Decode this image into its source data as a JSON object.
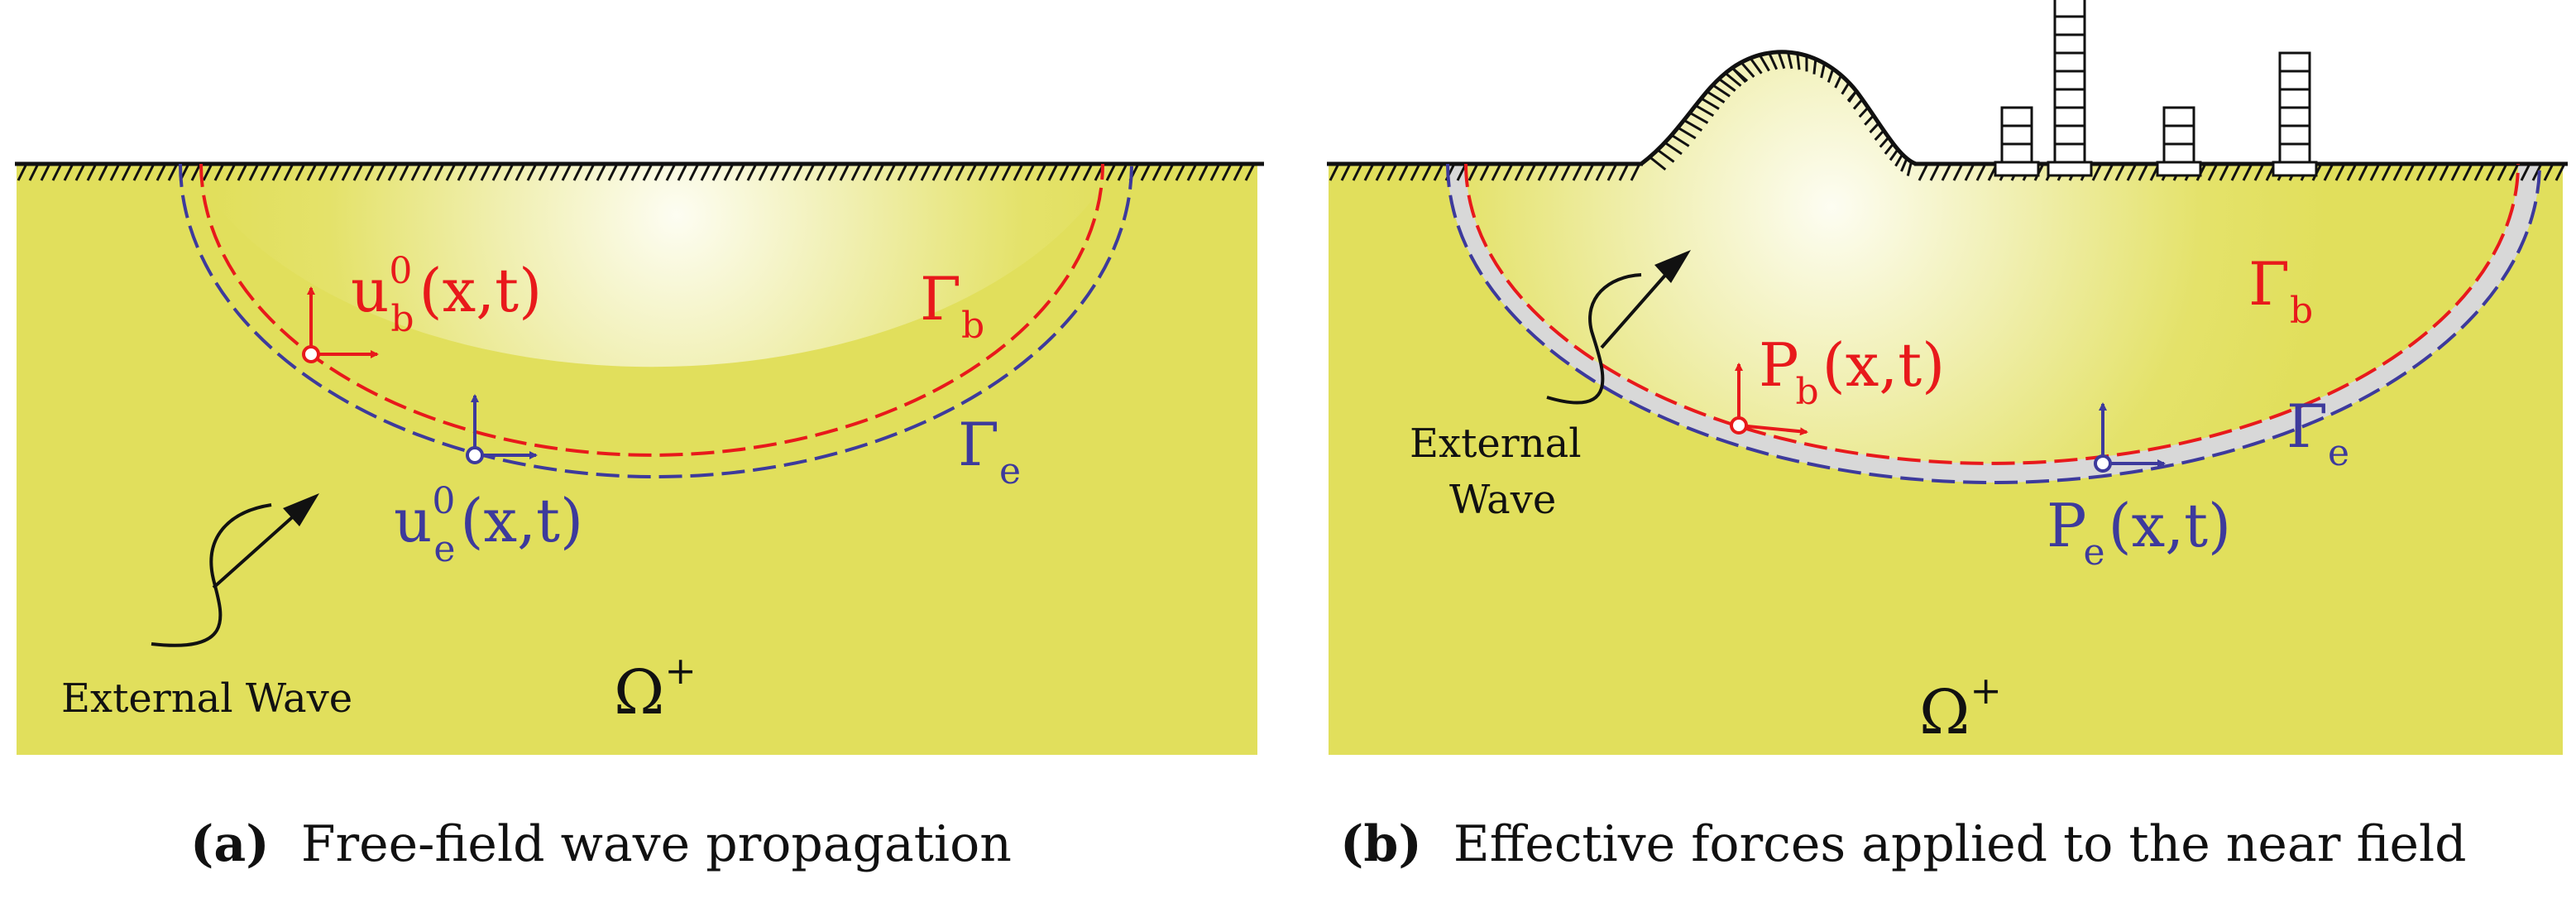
{
  "panel_a": {
    "ub_main": "u",
    "ub_sup": "0",
    "ub_sub": "b",
    "ub_args": "(x,t)",
    "ue_main": "u",
    "ue_sup": "0",
    "ue_sub": "e",
    "ue_args": "(x,t)",
    "gamma_b_main": "Γ",
    "gamma_b_sub": "b",
    "gamma_e_main": "Γ",
    "gamma_e_sub": "e",
    "omega_main": "Ω",
    "omega_sup": "+",
    "wave_label": "External Wave"
  },
  "panel_b": {
    "pb_main": "P",
    "pb_sub": "b",
    "pb_args": "(x,t)",
    "pe_main": "P",
    "pe_sub": "e",
    "pe_args": "(x,t)",
    "gamma_b_main": "Γ",
    "gamma_b_sub": "b",
    "gamma_e_main": "Γ",
    "gamma_e_sub": "e",
    "omega_main": "Ω",
    "omega_sup": "+",
    "wave_label_line1": "External",
    "wave_label_line2": "Wave"
  },
  "captions": {
    "a_tag": "(a)",
    "a_text": "Free-field wave propagation",
    "b_tag": "(b)",
    "b_text": "Effective forces applied to the near field"
  },
  "colors": {
    "soil": "#e1df5c",
    "glow": "#fbfbe6",
    "red": "#e8191b",
    "blue": "#3d3a9c",
    "band": "#d8d8d8"
  }
}
